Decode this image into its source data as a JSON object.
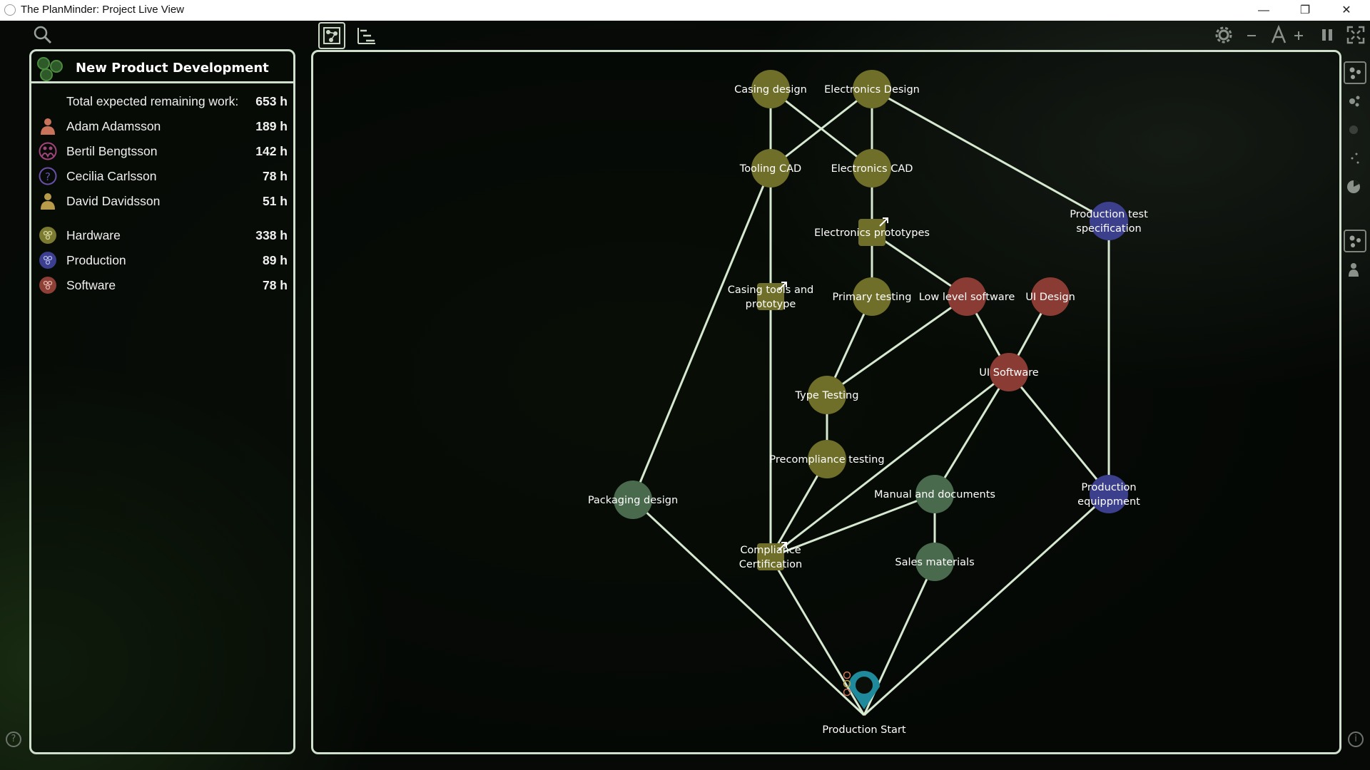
{
  "window": {
    "title": "The PlanMinder: Project Live View",
    "controls": [
      "—",
      "❐",
      "✕"
    ]
  },
  "toolbar": {
    "right_icons": [
      "gear-icon",
      "zoom-out-icon",
      "font-icon",
      "zoom-in-icon",
      "pause-icon",
      "fullscreen-icon"
    ]
  },
  "summary": {
    "project_name": "New Product Development",
    "total_label": "Total expected remaining work:",
    "total_value": "653 h",
    "people": [
      {
        "name": "Adam Adamsson",
        "hours": "189 h",
        "color": "#c9745a",
        "icon": "person-icon"
      },
      {
        "name": "Bertil Bengtsson",
        "hours": "142 h",
        "color": "#a0457a",
        "icon": "group-icon"
      },
      {
        "name": "Cecilia Carlsson",
        "hours": "78 h",
        "color": "#6a4fa8",
        "icon": "unknown-person-icon"
      },
      {
        "name": "David Davidsson",
        "hours": "51 h",
        "color": "#b79a4a",
        "icon": "person-icon"
      }
    ],
    "teams": [
      {
        "name": "Hardware",
        "hours": "338 h",
        "color": "#7a7a30"
      },
      {
        "name": "Production",
        "hours": "89 h",
        "color": "#3c3f90"
      },
      {
        "name": "Software",
        "hours": "78 h",
        "color": "#8e3f36"
      }
    ]
  },
  "graph": {
    "colors": {
      "hardware": "#6f6f2a",
      "production": "#3b3f8c",
      "software": "#8a3b33",
      "general": "#4a6a4e",
      "edge": "#d6e8d0",
      "end": "#1f8a9c"
    },
    "nodes": [
      {
        "id": "casing_design",
        "label": "Casing design",
        "kind": "hardware"
      },
      {
        "id": "electronics_design",
        "label": "Electronics Design",
        "kind": "hardware"
      },
      {
        "id": "tooling_cad",
        "label": "Tooling CAD",
        "kind": "hardware"
      },
      {
        "id": "electronics_cad",
        "label": "Electronics CAD",
        "kind": "hardware"
      },
      {
        "id": "production_test_spec",
        "label": "Production test specification",
        "label_lines": [
          "Production test",
          "specification"
        ],
        "kind": "production"
      },
      {
        "id": "electronics_prototypes",
        "label": "Electronics prototypes",
        "kind": "hardware",
        "shape": "square"
      },
      {
        "id": "casing_tools",
        "label": "Casing tools and prototype",
        "label_lines": [
          "Casing tools and",
          "prototype"
        ],
        "kind": "hardware",
        "shape": "square"
      },
      {
        "id": "primary_testing",
        "label": "Primary testing",
        "kind": "hardware"
      },
      {
        "id": "low_level_software",
        "label": "Low level software",
        "kind": "software"
      },
      {
        "id": "ui_design",
        "label": "UI Design",
        "kind": "software"
      },
      {
        "id": "ui_software",
        "label": "UI Software",
        "kind": "software"
      },
      {
        "id": "type_testing",
        "label": "Type Testing",
        "kind": "hardware"
      },
      {
        "id": "precompliance_testing",
        "label": "Precompliance testing",
        "kind": "hardware"
      },
      {
        "id": "packaging_design",
        "label": "Packaging design",
        "kind": "general"
      },
      {
        "id": "manual_documents",
        "label": "Manual and documents",
        "kind": "general"
      },
      {
        "id": "production_equipment",
        "label": "Production equippment",
        "label_lines": [
          "Production",
          "equippment"
        ],
        "kind": "production"
      },
      {
        "id": "compliance_cert",
        "label": "Compliance Certification",
        "label_lines": [
          "Compliance",
          "Certification"
        ],
        "kind": "hardware",
        "shape": "square"
      },
      {
        "id": "sales_materials",
        "label": "Sales materials",
        "kind": "general"
      },
      {
        "id": "production_start",
        "label": "Production Start",
        "kind": "end"
      }
    ],
    "edges": [
      [
        "casing_design",
        "tooling_cad"
      ],
      [
        "casing_design",
        "electronics_cad"
      ],
      [
        "electronics_design",
        "tooling_cad"
      ],
      [
        "electronics_design",
        "electronics_cad"
      ],
      [
        "electronics_design",
        "production_test_spec"
      ],
      [
        "tooling_cad",
        "casing_tools"
      ],
      [
        "tooling_cad",
        "packaging_design"
      ],
      [
        "electronics_cad",
        "electronics_prototypes"
      ],
      [
        "electronics_prototypes",
        "primary_testing"
      ],
      [
        "electronics_prototypes",
        "low_level_software"
      ],
      [
        "primary_testing",
        "type_testing"
      ],
      [
        "low_level_software",
        "type_testing"
      ],
      [
        "low_level_software",
        "ui_software"
      ],
      [
        "ui_design",
        "ui_software"
      ],
      [
        "type_testing",
        "precompliance_testing"
      ],
      [
        "precompliance_testing",
        "compliance_cert"
      ],
      [
        "casing_tools",
        "compliance_cert"
      ],
      [
        "ui_software",
        "compliance_cert"
      ],
      [
        "ui_software",
        "manual_documents"
      ],
      [
        "ui_software",
        "production_equipment"
      ],
      [
        "manual_documents",
        "compliance_cert"
      ],
      [
        "manual_documents",
        "sales_materials"
      ],
      [
        "production_test_spec",
        "production_equipment"
      ],
      [
        "packaging_design",
        "production_start"
      ],
      [
        "compliance_cert",
        "production_start"
      ],
      [
        "sales_materials",
        "production_start"
      ],
      [
        "production_equipment",
        "production_start"
      ]
    ]
  }
}
